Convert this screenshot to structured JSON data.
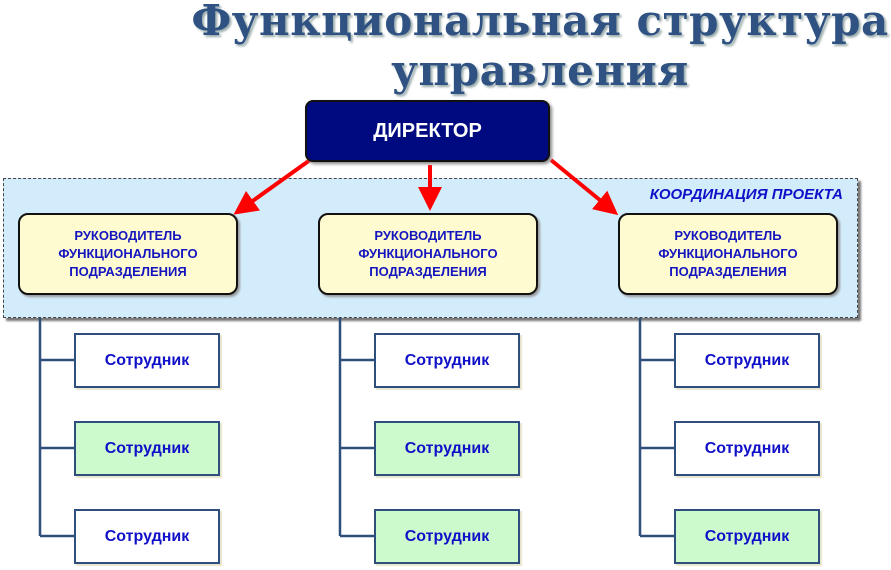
{
  "title": {
    "line1": "Функциональная структура",
    "line2": "управления"
  },
  "director": "ДИРЕКТОР",
  "coordination_label": "КООРДИНАЦИЯ ПРОЕКТА",
  "managers": [
    {
      "line1": "РУКОВОДИТЕЛЬ",
      "line2": "ФУНКЦИОНАЛЬНОГО",
      "line3": "ПОДРАЗДЕЛЕНИЯ"
    },
    {
      "line1": "РУКОВОДИТЕЛЬ",
      "line2": "ФУНКЦИОНАЛЬНОГО",
      "line3": "ПОДРАЗДЕЛЕНИЯ"
    },
    {
      "line1": "РУКОВОДИТЕЛЬ",
      "line2": "ФУНКЦИОНАЛЬНОГО",
      "line3": "ПОДРАЗДЕЛЕНИЯ"
    }
  ],
  "staff": [
    [
      {
        "label": "Сотрудник",
        "highlight": false
      },
      {
        "label": "Сотрудник",
        "highlight": true
      },
      {
        "label": "Сотрудник",
        "highlight": false
      }
    ],
    [
      {
        "label": "Сотрудник",
        "highlight": false
      },
      {
        "label": "Сотрудник",
        "highlight": true
      },
      {
        "label": "Сотрудник",
        "highlight": true
      }
    ],
    [
      {
        "label": "Сотрудник",
        "highlight": false
      },
      {
        "label": "Сотрудник",
        "highlight": false
      },
      {
        "label": "Сотрудник",
        "highlight": true
      }
    ]
  ],
  "colors": {
    "director": "#000a80",
    "arrow": "#ff0000",
    "panel": "#d3ecfb",
    "manager": "#fdfbcf",
    "highlight": "#ccfacc",
    "text": "#1010c8"
  }
}
